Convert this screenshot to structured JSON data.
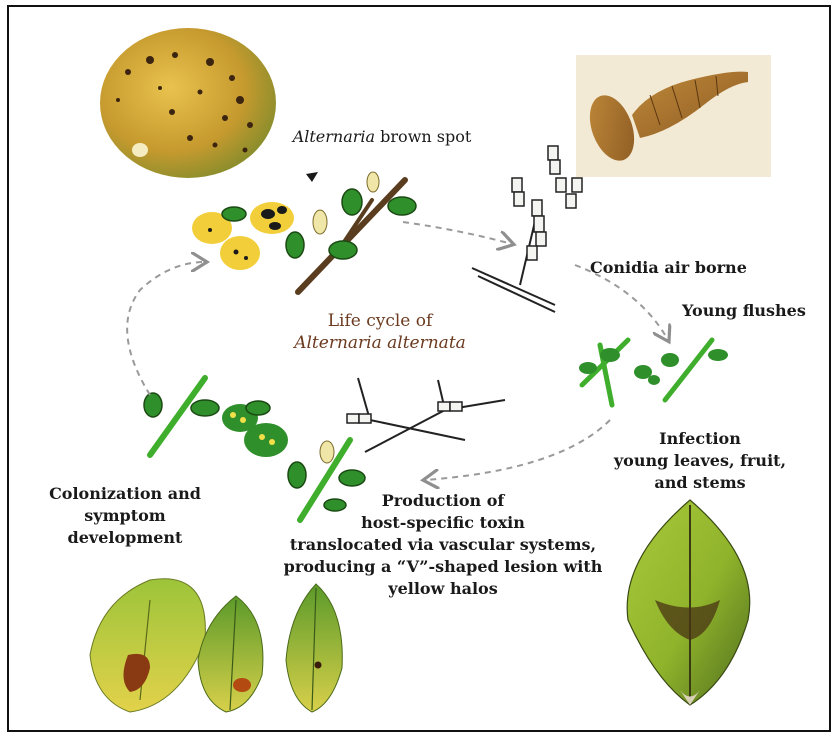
{
  "labels": {
    "brown_spot_italic": "Alternaria",
    "brown_spot_rest": " brown spot",
    "conidia": "Conidia air borne",
    "young_flushes": "Young flushes",
    "life_cycle_line1": "Life cycle of",
    "life_cycle_line2": "Alternaria alternata",
    "infection_line1": "Infection",
    "infection_line2": "young leaves, fruit,",
    "infection_line3": "and stems",
    "colonization_line1": "Colonization and",
    "colonization_line2": "symptom",
    "colonization_line3": "development",
    "production_line1": "Production of",
    "production_line2": "host-specific toxin",
    "production_line3": "translocated via vascular systems,",
    "production_line4": "producing a “V”-shaped lesion with",
    "production_line5": "yellow halos"
  },
  "colors": {
    "frame": "#111111",
    "arrow": "#9a9a9a",
    "leaf_green": "#2f8f2a",
    "stem_brown": "#5a3d1e",
    "fruit_yellow": "#d7b23a",
    "spot_yellow": "#f2cf3a",
    "title_brown": "#6b3a1f"
  }
}
